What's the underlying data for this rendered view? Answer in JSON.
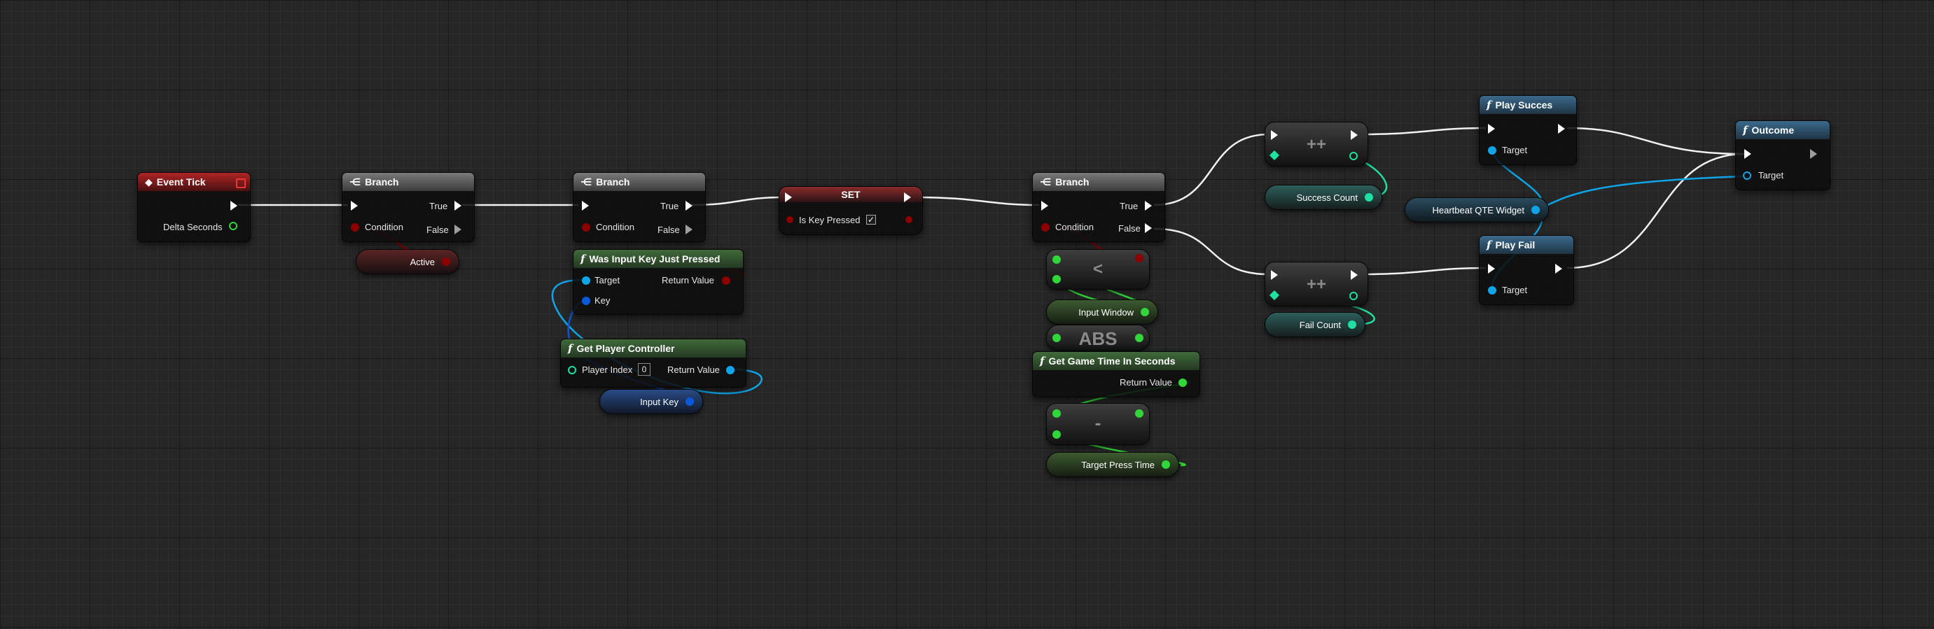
{
  "colors": {
    "exec": "#ffffff",
    "bool": "#8c0000",
    "float": "#31d63a",
    "object": "#0ea5e8",
    "struct_key": "#0b59d9",
    "int": "#1fe0a1",
    "event_header": "#b02525",
    "function_header": "#3f6a3a"
  },
  "nodes": {
    "event_tick": {
      "title": "Event Tick",
      "icon": "event-diamond-icon",
      "pin_delta": "Delta Seconds"
    },
    "branch1": {
      "title": "Branch",
      "icon": "branch-icon",
      "cond": "Condition",
      "true": "True",
      "false": "False"
    },
    "active_var": {
      "label": "Active"
    },
    "branch2": {
      "title": "Branch",
      "icon": "branch-icon",
      "cond": "Condition",
      "true": "True",
      "false": "False"
    },
    "was_input": {
      "title": "Was Input Key Just Pressed",
      "target": "Target",
      "key": "Key",
      "ret": "Return Value"
    },
    "get_pc": {
      "title": "Get Player Controller",
      "player_index": "Player Index",
      "index_value": "0",
      "ret": "Return Value"
    },
    "input_key_var": {
      "label": "Input Key"
    },
    "set_node": {
      "title": "SET",
      "pin": "Is Key Pressed",
      "checked": "✓"
    },
    "branch3": {
      "title": "Branch",
      "icon": "branch-icon",
      "cond": "Condition",
      "true": "True",
      "false": "False"
    },
    "less_op": {
      "label": "<"
    },
    "input_window_var": {
      "label": "Input Window"
    },
    "abs_op": {
      "label": "ABS"
    },
    "get_game_time": {
      "title": "Get Game Time In Seconds",
      "ret": "Return Value"
    },
    "minus_op": {
      "label": "-"
    },
    "target_press_var": {
      "label": "Target Press Time"
    },
    "inc_success": {
      "label": "++"
    },
    "success_count_var": {
      "label": "Success Count"
    },
    "inc_fail": {
      "label": "++"
    },
    "fail_count_var": {
      "label": "Fail Count"
    },
    "play_success": {
      "title": "Play Succes",
      "target": "Target"
    },
    "heartbeat_var": {
      "label": "Heartbeat QTE Widget"
    },
    "play_fail": {
      "title": "Play Fail",
      "target": "Target"
    },
    "outcome": {
      "title": "Outcome",
      "target": "Target"
    }
  }
}
